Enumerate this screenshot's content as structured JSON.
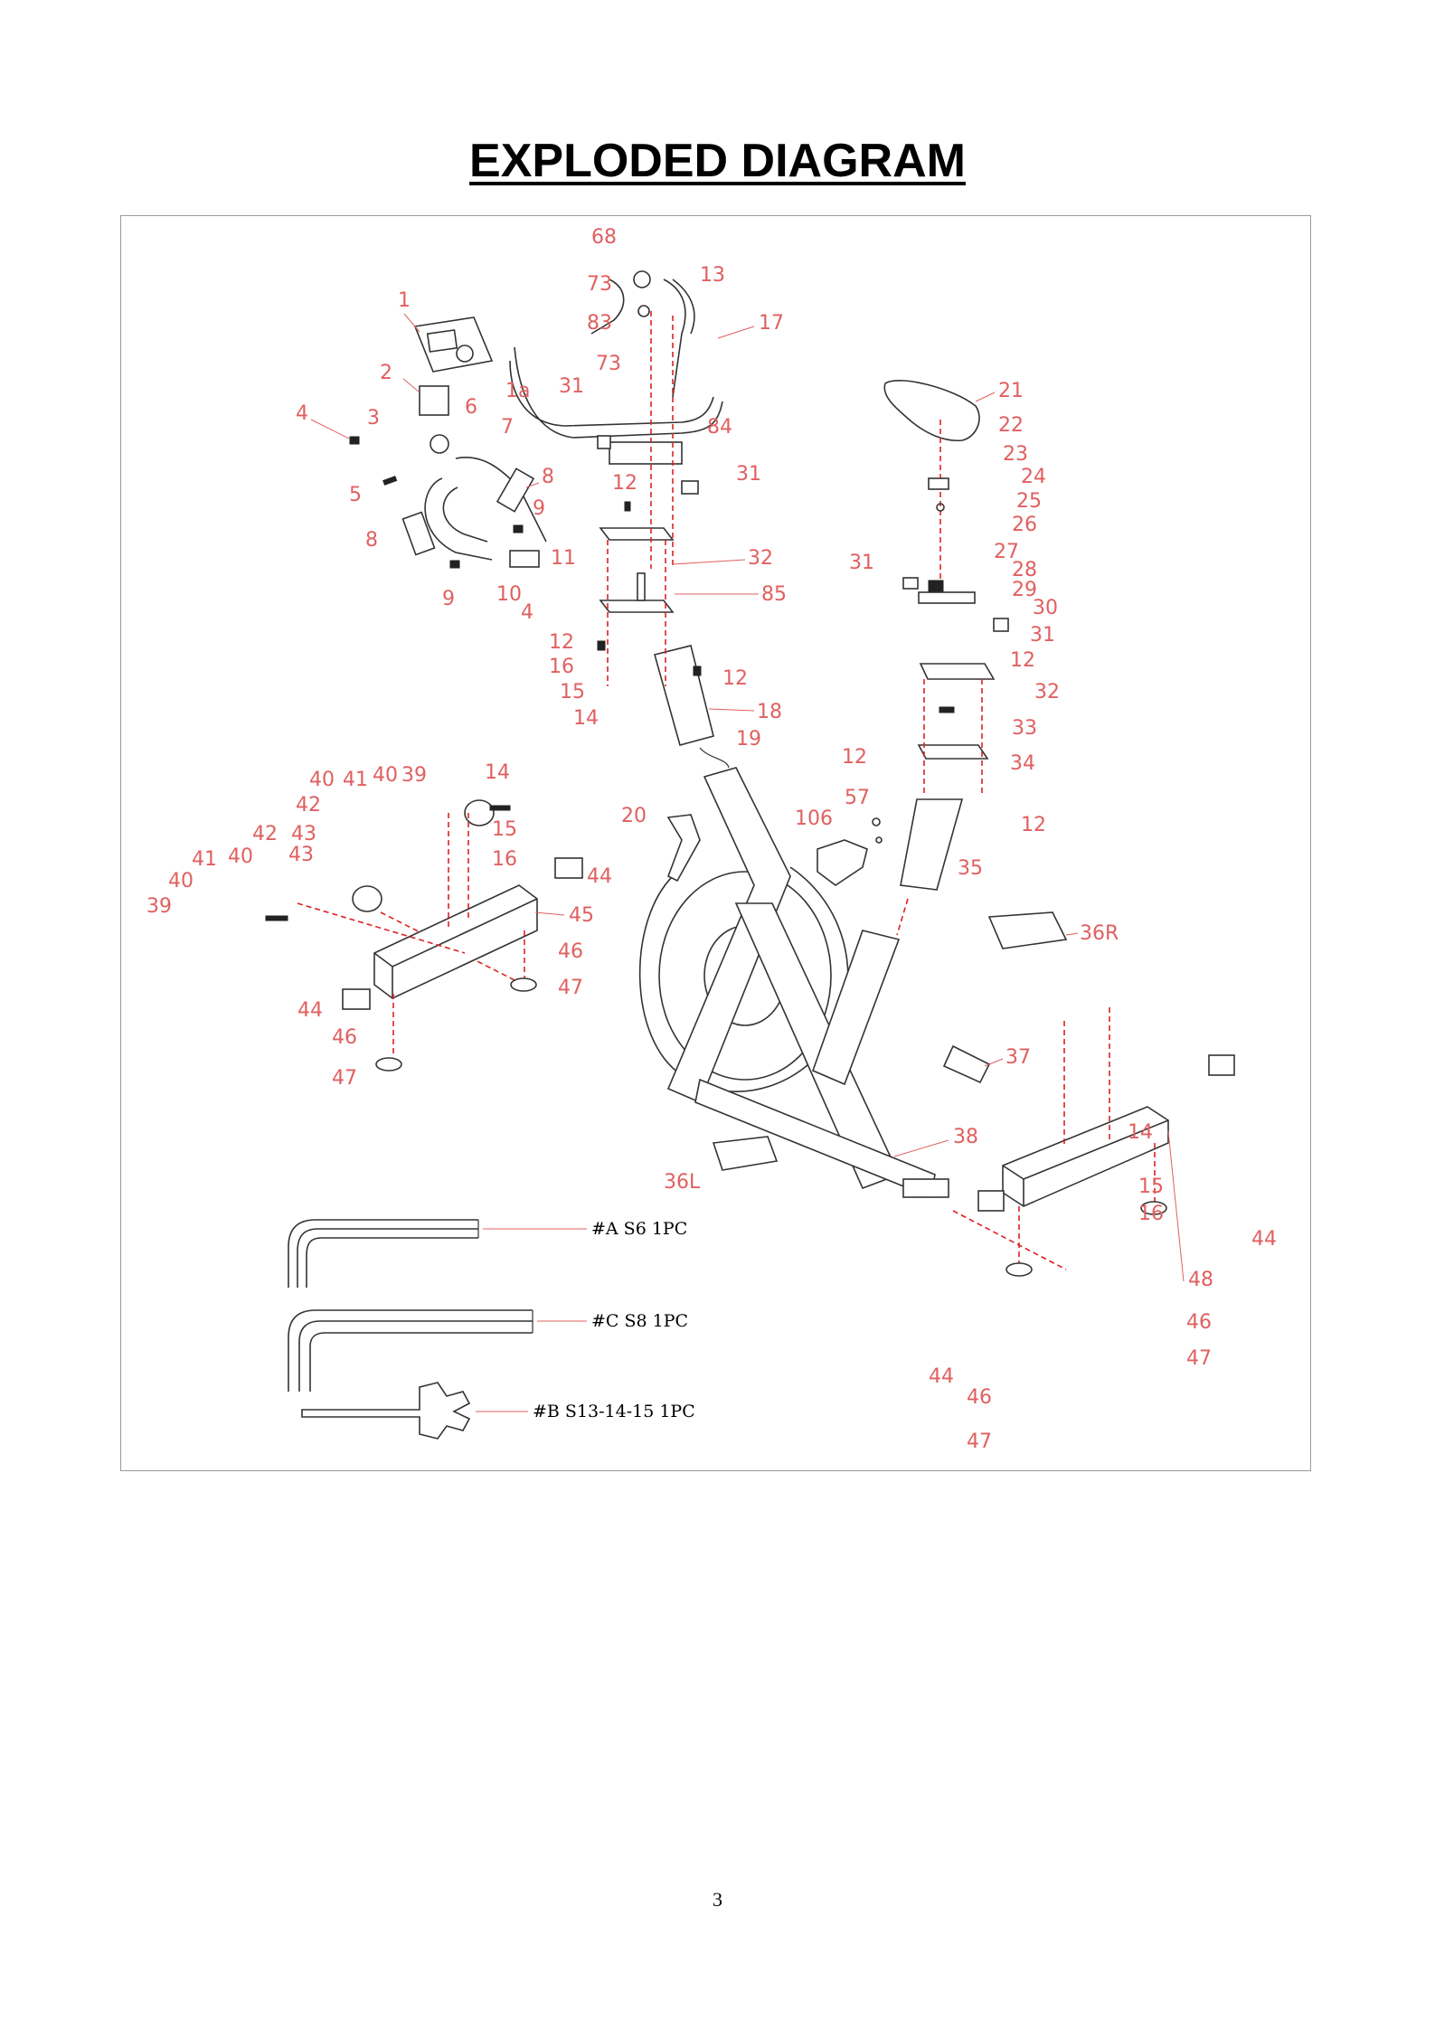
{
  "page": {
    "title": "EXPLODED DIAGRAM",
    "page_number": "3"
  },
  "callouts": [
    {
      "id": "c1",
      "text": "1"
    },
    {
      "id": "c1a",
      "text": "1a"
    },
    {
      "id": "c2",
      "text": "2"
    },
    {
      "id": "c3",
      "text": "3"
    },
    {
      "id": "c4a",
      "text": "4"
    },
    {
      "id": "c4b",
      "text": "4"
    },
    {
      "id": "c5",
      "text": "5"
    },
    {
      "id": "c6",
      "text": "6"
    },
    {
      "id": "c7",
      "text": "7"
    },
    {
      "id": "c8a",
      "text": "8"
    },
    {
      "id": "c8b",
      "text": "8"
    },
    {
      "id": "c9a",
      "text": "9"
    },
    {
      "id": "c9b",
      "text": "9"
    },
    {
      "id": "c10",
      "text": "10"
    },
    {
      "id": "c11",
      "text": "11"
    },
    {
      "id": "c12a",
      "text": "12"
    },
    {
      "id": "c12b",
      "text": "12"
    },
    {
      "id": "c12c",
      "text": "12"
    },
    {
      "id": "c12d",
      "text": "12"
    },
    {
      "id": "c12e",
      "text": "12"
    },
    {
      "id": "c12f",
      "text": "12"
    },
    {
      "id": "c13",
      "text": "13"
    },
    {
      "id": "c14a",
      "text": "14"
    },
    {
      "id": "c14b",
      "text": "14"
    },
    {
      "id": "c14c",
      "text": "14"
    },
    {
      "id": "c15a",
      "text": "15"
    },
    {
      "id": "c15b",
      "text": "15"
    },
    {
      "id": "c15c",
      "text": "15"
    },
    {
      "id": "c16a",
      "text": "16"
    },
    {
      "id": "c16b",
      "text": "16"
    },
    {
      "id": "c16c",
      "text": "16"
    },
    {
      "id": "c17",
      "text": "17"
    },
    {
      "id": "c18",
      "text": "18"
    },
    {
      "id": "c19",
      "text": "19"
    },
    {
      "id": "c20",
      "text": "20"
    },
    {
      "id": "c21",
      "text": "21"
    },
    {
      "id": "c22",
      "text": "22"
    },
    {
      "id": "c23",
      "text": "23"
    },
    {
      "id": "c24",
      "text": "24"
    },
    {
      "id": "c25",
      "text": "25"
    },
    {
      "id": "c26",
      "text": "26"
    },
    {
      "id": "c27",
      "text": "27"
    },
    {
      "id": "c28",
      "text": "28"
    },
    {
      "id": "c29",
      "text": "29"
    },
    {
      "id": "c30",
      "text": "30"
    },
    {
      "id": "c31a",
      "text": "31"
    },
    {
      "id": "c31b",
      "text": "31"
    },
    {
      "id": "c31c",
      "text": "31"
    },
    {
      "id": "c31d",
      "text": "31"
    },
    {
      "id": "c32a",
      "text": "32"
    },
    {
      "id": "c32b",
      "text": "32"
    },
    {
      "id": "c33",
      "text": "33"
    },
    {
      "id": "c34",
      "text": "34"
    },
    {
      "id": "c35",
      "text": "35"
    },
    {
      "id": "c36r",
      "text": "36R"
    },
    {
      "id": "c36l",
      "text": "36L"
    },
    {
      "id": "c37",
      "text": "37"
    },
    {
      "id": "c38",
      "text": "38"
    },
    {
      "id": "c39a",
      "text": "39"
    },
    {
      "id": "c39b",
      "text": "39"
    },
    {
      "id": "c40a",
      "text": "40"
    },
    {
      "id": "c40b",
      "text": "40"
    },
    {
      "id": "c40c",
      "text": "40"
    },
    {
      "id": "c40d",
      "text": "40"
    },
    {
      "id": "c41a",
      "text": "41"
    },
    {
      "id": "c41b",
      "text": "41"
    },
    {
      "id": "c42a",
      "text": "42"
    },
    {
      "id": "c42b",
      "text": "42"
    },
    {
      "id": "c43a",
      "text": "43"
    },
    {
      "id": "c43b",
      "text": "43"
    },
    {
      "id": "c44a",
      "text": "44"
    },
    {
      "id": "c44b",
      "text": "44"
    },
    {
      "id": "c44c",
      "text": "44"
    },
    {
      "id": "c44d",
      "text": "44"
    },
    {
      "id": "c45",
      "text": "45"
    },
    {
      "id": "c46a",
      "text": "46"
    },
    {
      "id": "c46b",
      "text": "46"
    },
    {
      "id": "c46c",
      "text": "46"
    },
    {
      "id": "c46d",
      "text": "46"
    },
    {
      "id": "c47a",
      "text": "47"
    },
    {
      "id": "c47b",
      "text": "47"
    },
    {
      "id": "c47c",
      "text": "47"
    },
    {
      "id": "c47d",
      "text": "47"
    },
    {
      "id": "c48",
      "text": "48"
    },
    {
      "id": "c57",
      "text": "57"
    },
    {
      "id": "c68",
      "text": "68"
    },
    {
      "id": "c73a",
      "text": "73"
    },
    {
      "id": "c73b",
      "text": "73"
    },
    {
      "id": "c83",
      "text": "83"
    },
    {
      "id": "c84",
      "text": "84"
    },
    {
      "id": "c85",
      "text": "85"
    },
    {
      "id": "c106",
      "text": "106"
    }
  ],
  "tools": [
    {
      "id": "tA",
      "text": "#A  S6  1PC"
    },
    {
      "id": "tC",
      "text": "#C  S8  1PC"
    },
    {
      "id": "tB",
      "text": "#B  S13-14-15  1PC"
    }
  ]
}
